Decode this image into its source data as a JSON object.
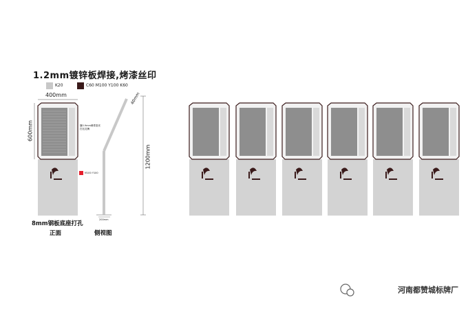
{
  "header": {
    "title": "1.2mm镀锌板焊接,烤漆丝印"
  },
  "colors": {
    "k20": "#c8c8c8",
    "c60_m100_y100_k60": "#3a1a1a",
    "m100_y100": "#e5202e",
    "panel_dark": "#8e8e8e",
    "post": "#d3d3d3"
  },
  "legend": [
    {
      "label": "K20",
      "color": "#c8c8c8"
    },
    {
      "label": "C60 M100 Y100 K60",
      "color": "#3a1a1a"
    }
  ],
  "front": {
    "width_label": "400mm",
    "height_label": "600mm",
    "note_label": "M100 Y100",
    "base_label": "8mm钢板底座打孔",
    "view_label": "正面",
    "annotation_lines": [
      "镀0.9mm烤漆亚光",
      "打孔钉牌"
    ]
  },
  "side": {
    "top_label": "40mm",
    "height_label": "1200mm",
    "base_dim_label": "200mm",
    "view_label": "侧视图"
  },
  "watermark": {
    "text": "河南都赞城标牌厂",
    "icon": "wechat-icon"
  }
}
